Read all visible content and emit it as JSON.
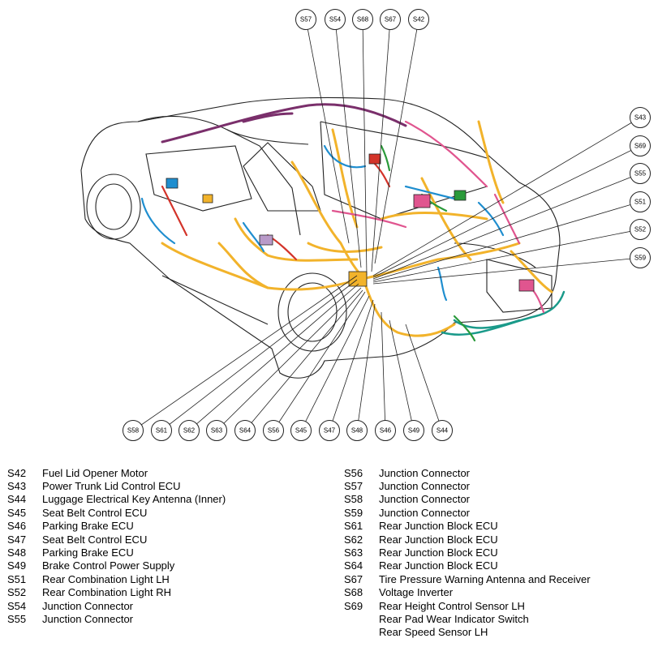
{
  "diagram": {
    "top_callouts": [
      "S57",
      "S54",
      "S68",
      "S67",
      "S42"
    ],
    "right_callouts": [
      "S43",
      "S69",
      "S55",
      "S51",
      "S52",
      "S59"
    ],
    "bottom_callouts": [
      "S58",
      "S61",
      "S62",
      "S63",
      "S64",
      "S56",
      "S45",
      "S47",
      "S48",
      "S46",
      "S49",
      "S44"
    ]
  },
  "legend": {
    "left": [
      {
        "code": "S42",
        "label": "Fuel Lid Opener Motor"
      },
      {
        "code": "S43",
        "label": "Power Trunk Lid Control ECU"
      },
      {
        "code": "S44",
        "label": "Luggage Electrical Key Antenna (Inner)"
      },
      {
        "code": "S45",
        "label": "Seat Belt Control ECU"
      },
      {
        "code": "S46",
        "label": "Parking Brake ECU"
      },
      {
        "code": "S47",
        "label": "Seat Belt Control ECU"
      },
      {
        "code": "S48",
        "label": "Parking Brake ECU"
      },
      {
        "code": "S49",
        "label": "Brake Control Power Supply"
      },
      {
        "code": "S51",
        "label": "Rear Combination Light LH"
      },
      {
        "code": "S52",
        "label": "Rear Combination Light RH"
      },
      {
        "code": "S54",
        "label": "Junction Connector"
      },
      {
        "code": "S55",
        "label": "Junction Connector"
      }
    ],
    "right": [
      {
        "code": "S56",
        "label": "Junction Connector"
      },
      {
        "code": "S57",
        "label": "Junction Connector"
      },
      {
        "code": "S58",
        "label": "Junction Connector"
      },
      {
        "code": "S59",
        "label": "Junction Connector"
      },
      {
        "code": "S61",
        "label": "Rear Junction Block ECU"
      },
      {
        "code": "S62",
        "label": "Rear Junction Block ECU"
      },
      {
        "code": "S63",
        "label": "Rear Junction Block ECU"
      },
      {
        "code": "S64",
        "label": "Rear Junction Block ECU"
      },
      {
        "code": "S67",
        "label": "Tire Pressure Warning Antenna and Receiver"
      },
      {
        "code": "S68",
        "label": "Voltage Inverter"
      },
      {
        "code": "S69",
        "label": "Rear Height Control Sensor LH",
        "extra": [
          "Rear Pad Wear Indicator Switch",
          "Rear Speed Sensor LH"
        ]
      }
    ]
  }
}
